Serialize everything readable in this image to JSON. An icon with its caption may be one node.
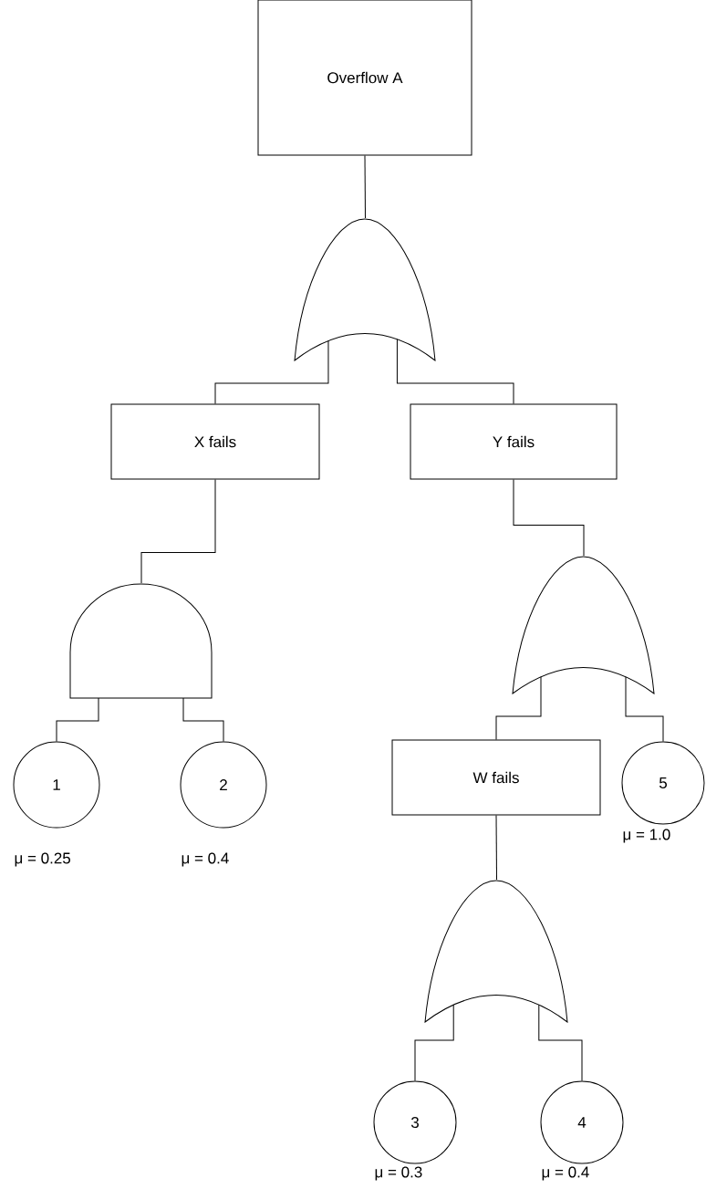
{
  "diagram": {
    "nodes": [
      {
        "text": [
          "Overflow A"
        ]
      },
      {
        "text": [],
        "shape": "or-gate"
      },
      {
        "text": [
          "X fails"
        ]
      },
      {
        "text": [
          "Y fails"
        ]
      },
      {
        "text": [],
        "shape": "and-gate"
      },
      {
        "text": [
          "1"
        ],
        "beside": [
          "μ = 0.25"
        ]
      },
      {
        "text": [
          "2"
        ],
        "beside": [
          "μ = 0.4"
        ]
      },
      {
        "text": [],
        "shape": "or-gate"
      },
      {
        "text": [
          "W fails"
        ]
      },
      {
        "text": [
          "5"
        ],
        "beside": [
          "μ = 1.0"
        ]
      },
      {
        "text": [],
        "shape": "or-gate"
      },
      {
        "text": [
          "3"
        ],
        "beside": [
          "μ = 0.3"
        ]
      },
      {
        "text": [
          "4"
        ],
        "beside": [
          "μ = 0.4"
        ]
      }
    ],
    "edges": [
      {
        "from": 0,
        "to": 1,
        "arrow": "none"
      },
      {
        "from": 1,
        "to": 2,
        "arrow": "none"
      },
      {
        "from": 1,
        "to": 3,
        "arrow": "none"
      },
      {
        "from": 2,
        "to": 4,
        "arrow": "none"
      },
      {
        "from": 3,
        "to": 7,
        "arrow": "none"
      },
      {
        "from": 4,
        "to": 5,
        "arrow": "none"
      },
      {
        "from": 4,
        "to": 6,
        "arrow": "none"
      },
      {
        "from": 7,
        "to": 8,
        "arrow": "none"
      },
      {
        "from": 7,
        "to": 9,
        "arrow": "none"
      },
      {
        "from": 8,
        "to": 10,
        "arrow": "none"
      },
      {
        "from": 10,
        "to": 11,
        "arrow": "none"
      },
      {
        "from": 10,
        "to": 12,
        "arrow": "none"
      }
    ]
  }
}
